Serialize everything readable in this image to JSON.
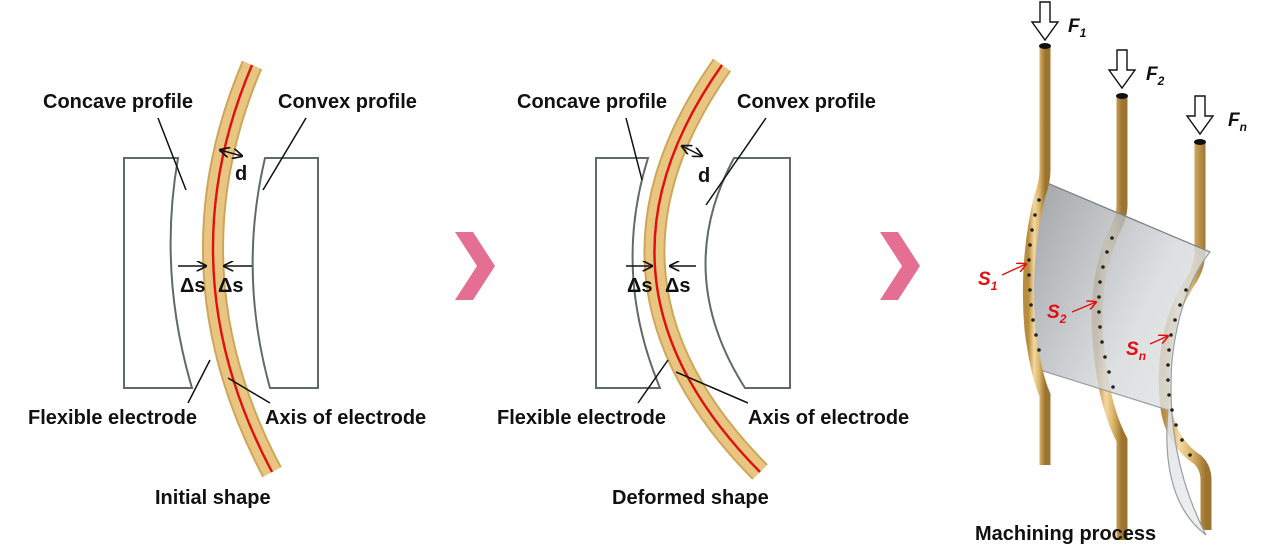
{
  "colors": {
    "electrode_fill": "#e8c682",
    "electrode_edge": "#cfa658",
    "axis_line": "#e01010",
    "block_stroke": "#5f6a6a",
    "chevron": "#e56f93",
    "leader": "#111111",
    "sheet": "#c9cccf",
    "slot_marker": "#e01010"
  },
  "panel1": {
    "concave_label": "Concave profile",
    "convex_label": "Convex profile",
    "d_label": "d",
    "delta_s_left": "Δs",
    "delta_s_right": "Δs",
    "flexible_label": "Flexible electrode",
    "axis_label": "Axis of electrode",
    "caption": "Initial shape"
  },
  "panel2": {
    "concave_label": "Concave profile",
    "convex_label": "Convex profile",
    "d_label": "d",
    "delta_s_left": "Δs",
    "delta_s_right": "Δs",
    "flexible_label": "Flexible electrode",
    "axis_label": "Axis of electrode",
    "caption": "Deformed shape"
  },
  "panel3": {
    "forces": [
      {
        "symbol": "F",
        "sub": "1"
      },
      {
        "symbol": "F",
        "sub": "2"
      },
      {
        "symbol": "F",
        "sub": "n"
      }
    ],
    "surfaces": [
      {
        "symbol": "S",
        "sub": "1"
      },
      {
        "symbol": "S",
        "sub": "2"
      },
      {
        "symbol": "S",
        "sub": "n"
      }
    ],
    "caption": "Machining process"
  }
}
